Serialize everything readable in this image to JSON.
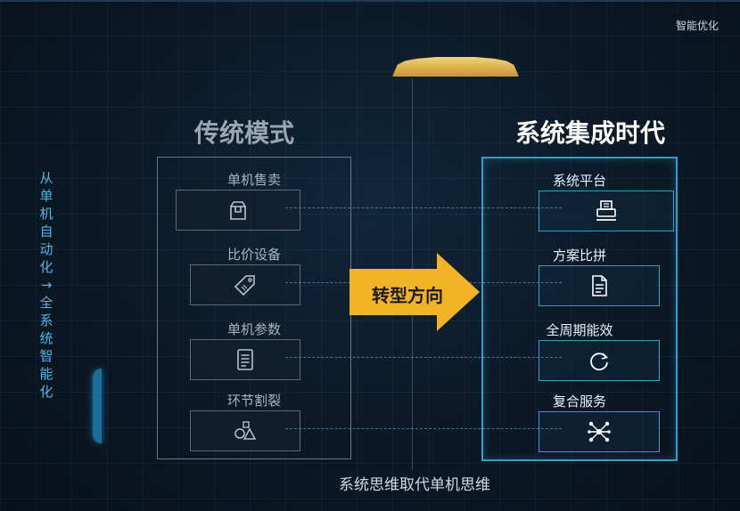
{
  "corner_label": "智能优化",
  "side_text": "从单机自动化→全系统智能化",
  "left": {
    "title": "传统模式",
    "items": [
      {
        "label": "单机售卖",
        "icon": "shop-icon"
      },
      {
        "label": "比价设备",
        "icon": "price-tag-icon"
      },
      {
        "label": "单机参数",
        "icon": "list-document-icon"
      },
      {
        "label": "环节割裂",
        "icon": "shapes-icon"
      }
    ]
  },
  "arrow_label": "转型方向",
  "right": {
    "title": "系统集成时代",
    "items": [
      {
        "label": "系统平台",
        "icon": "printer-platform-icon"
      },
      {
        "label": "方案比拼",
        "icon": "document-icon"
      },
      {
        "label": "全周期能效",
        "icon": "cycle-icon"
      },
      {
        "label": "复合服务",
        "icon": "network-icon"
      }
    ]
  },
  "footer": "系统思维取代单机思维",
  "colors": {
    "accent": "#2e9fc9",
    "arrow": "#f2b423",
    "side_text": "#4fb7e0"
  }
}
